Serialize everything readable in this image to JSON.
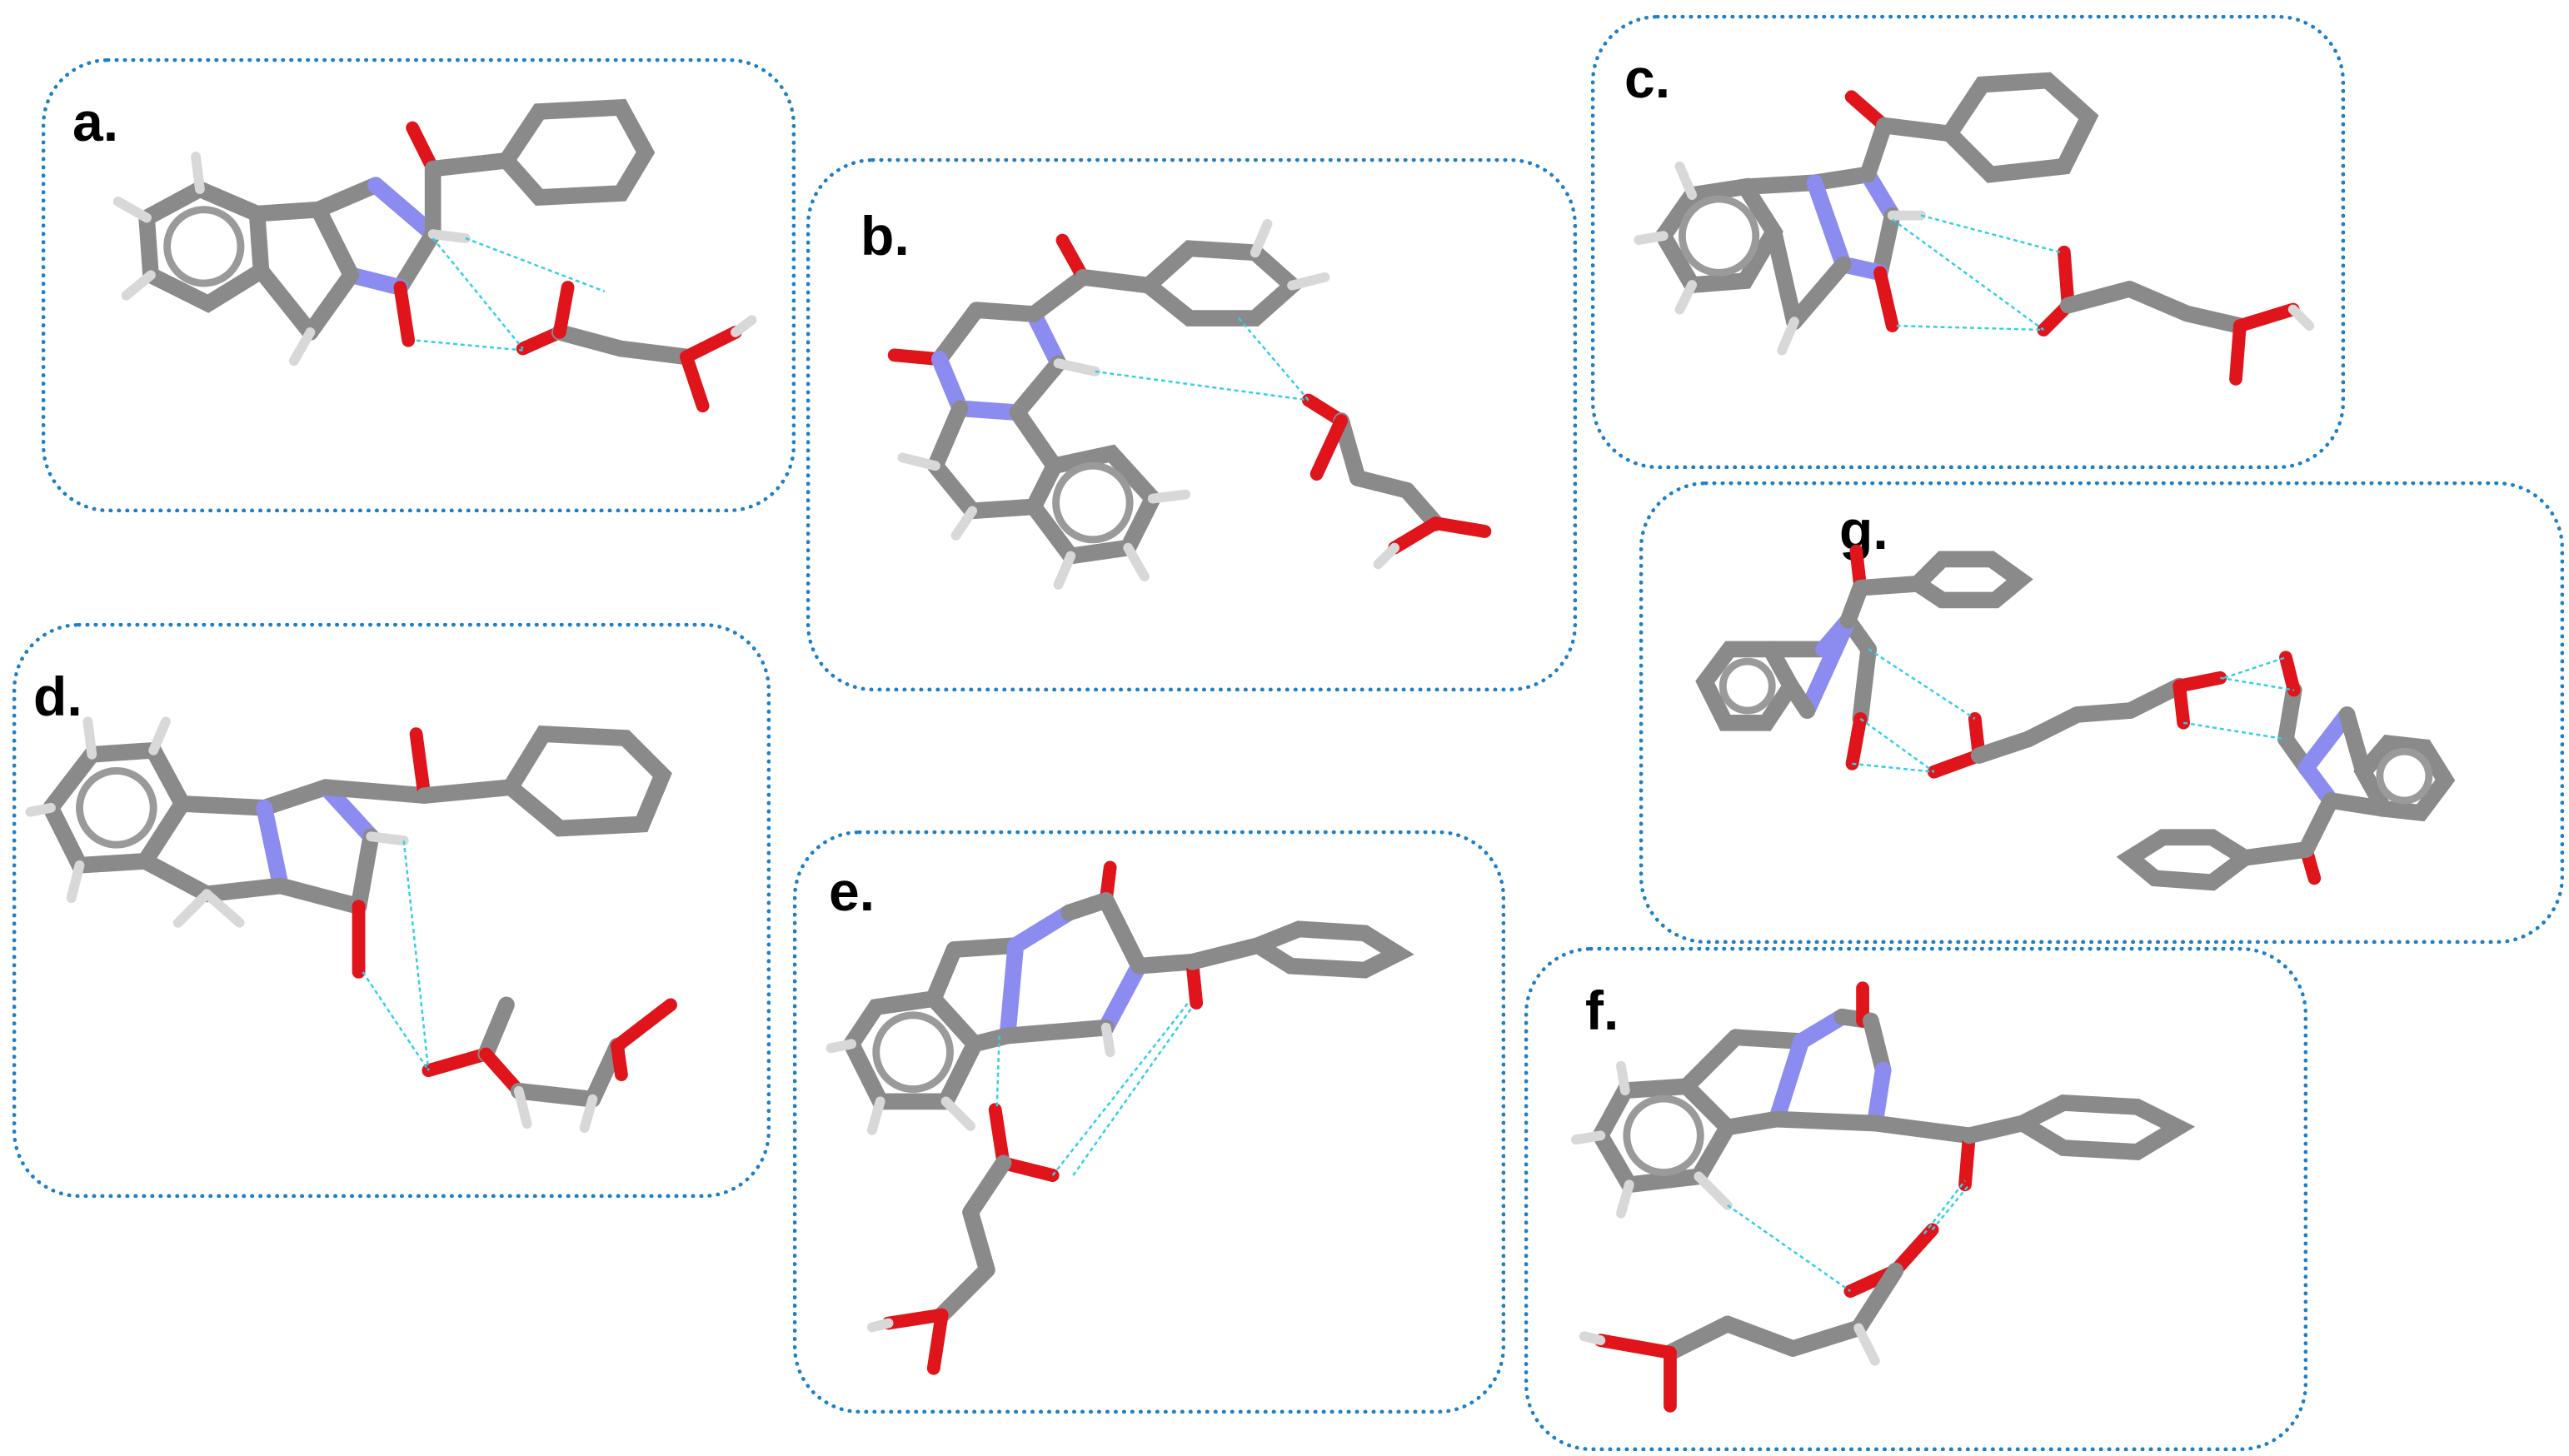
{
  "figure": {
    "background": "#ffffff",
    "panel_border_color": "#1f7fc4",
    "atom_colors": {
      "carbon": "#8a8a8a",
      "oxygen": "#e0141b",
      "nitrogen": "#8c8cf0",
      "hydrogen": "#d8d8d8",
      "contact": "#2fd0e6"
    },
    "panels": [
      {
        "id": "a",
        "label": "a."
      },
      {
        "id": "b",
        "label": "b."
      },
      {
        "id": "c",
        "label": "c."
      },
      {
        "id": "d",
        "label": "d."
      },
      {
        "id": "e",
        "label": "e."
      },
      {
        "id": "f",
        "label": "f."
      },
      {
        "id": "g",
        "label": "g."
      }
    ]
  }
}
